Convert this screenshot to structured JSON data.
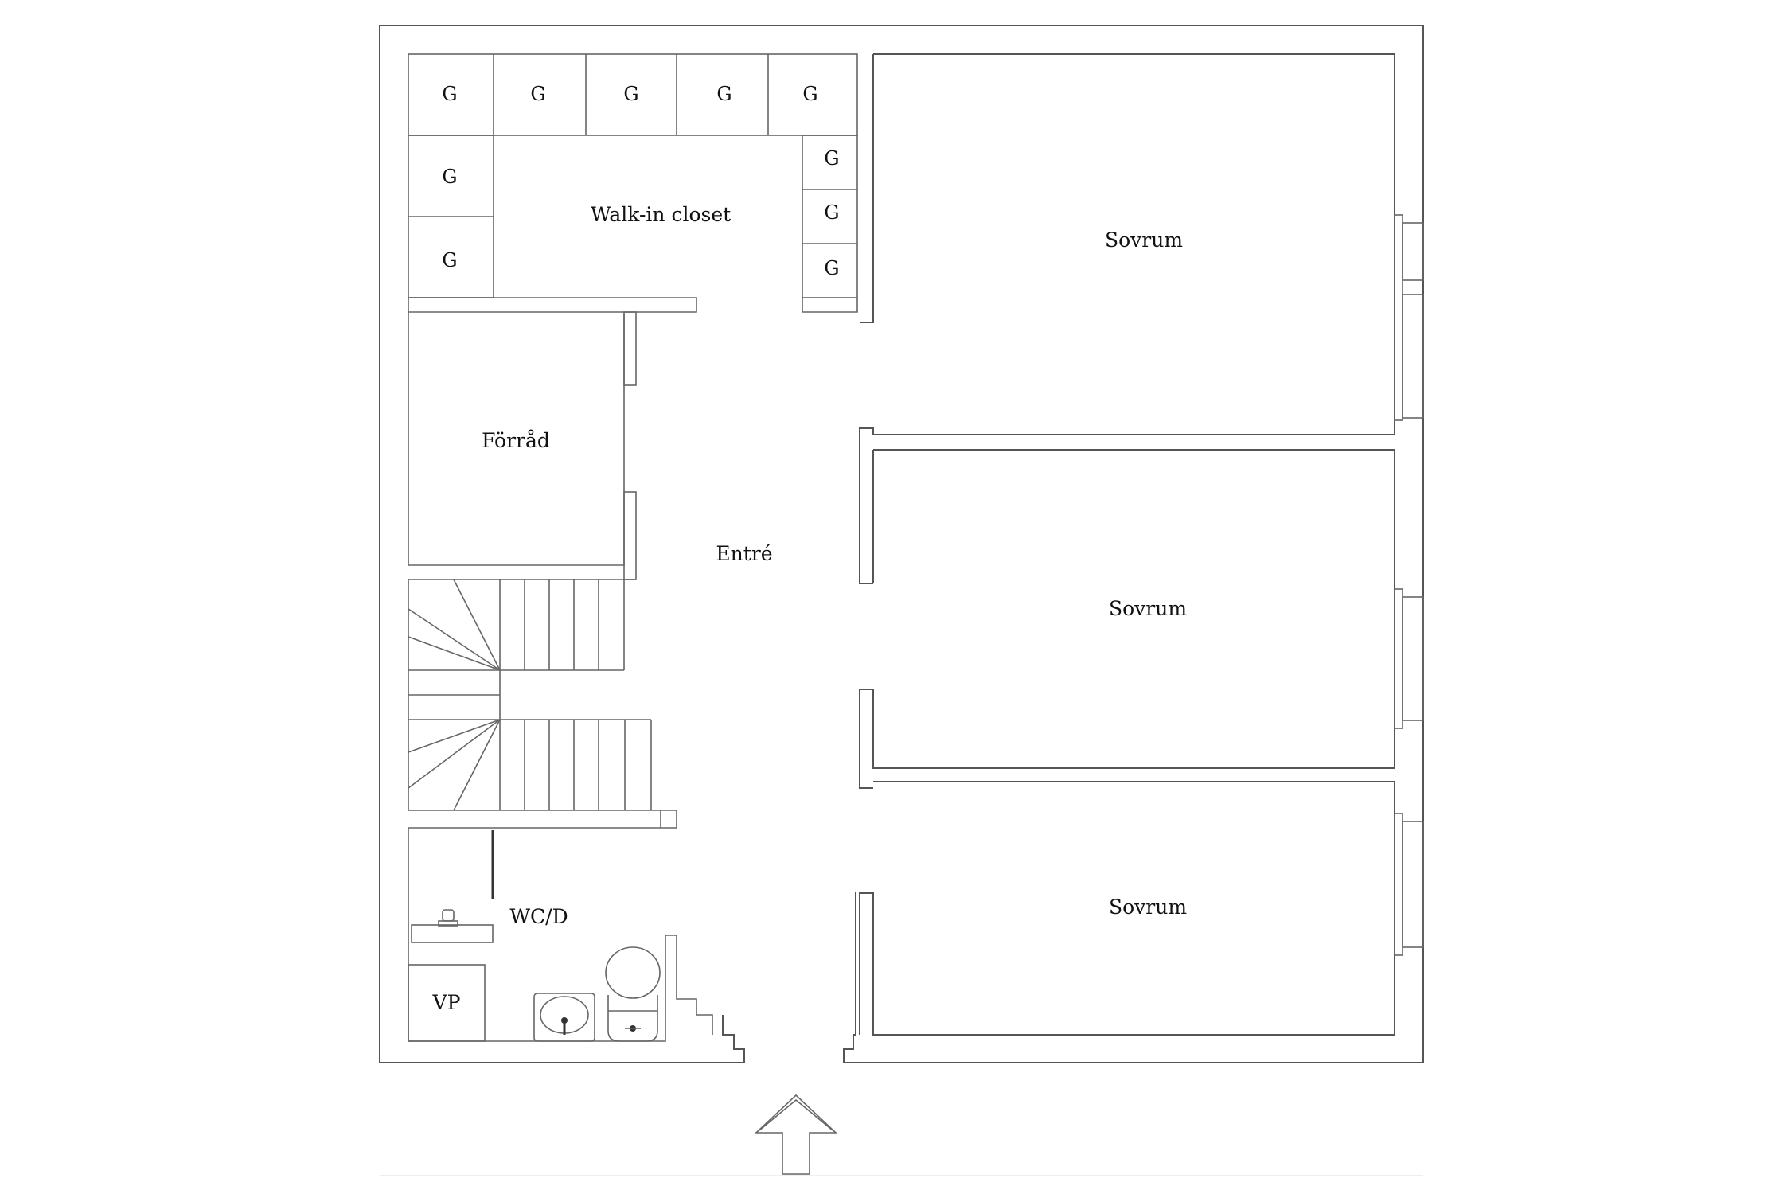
{
  "rooms": {
    "walk_in_closet": "Walk-in closet",
    "bedroom_1": "Sovrum",
    "bedroom_2": "Sovrum",
    "bedroom_3": "Sovrum",
    "storage": "Förråd",
    "entrance": "Entré",
    "wc": "WC/D",
    "water_heater": "VP"
  },
  "wardrobe_label": "G",
  "entrance_arrow": "entrance-arrow-icon"
}
